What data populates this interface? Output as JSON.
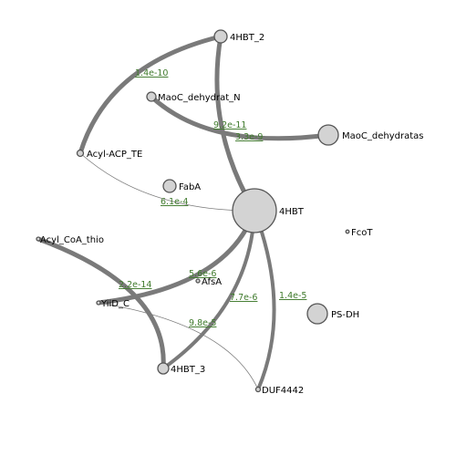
{
  "colors": {
    "node_fill": "#d3d3d3",
    "node_stroke": "#555555",
    "edge": "#7a7a7a",
    "edge_label": "#3f7a2c"
  },
  "nodes": {
    "hbt_2": "4HBT_2",
    "maoc_n": "MaoC_dehydrat_N",
    "maoc": "MaoC_dehydratas",
    "acyl_acp": "Acyl-ACP_TE",
    "faba": "FabA",
    "hbt": "4HBT",
    "fcot": "FcoT",
    "acyl_coa": "Acyl_CoA_thio",
    "afsa": "AfsA",
    "yiid": "YiiD_C",
    "psdh": "PS-DH",
    "hbt_3": "4HBT_3",
    "duf": "DUF4442"
  },
  "edges": {
    "hbt2_acyl": "1.4e-10",
    "hbt2_hbt": "9.2e-11",
    "maocn_maoc": "3.3e-9",
    "acyl_hbt": "6.1e-4",
    "acylcoa_hbt3": "2.2e-14",
    "yiid_hbt": "5.6e-6",
    "hbt3_hbt": "7.7e-6",
    "duf_hbt": "1.4e-5",
    "yiid_duf": "9.8e-5"
  }
}
